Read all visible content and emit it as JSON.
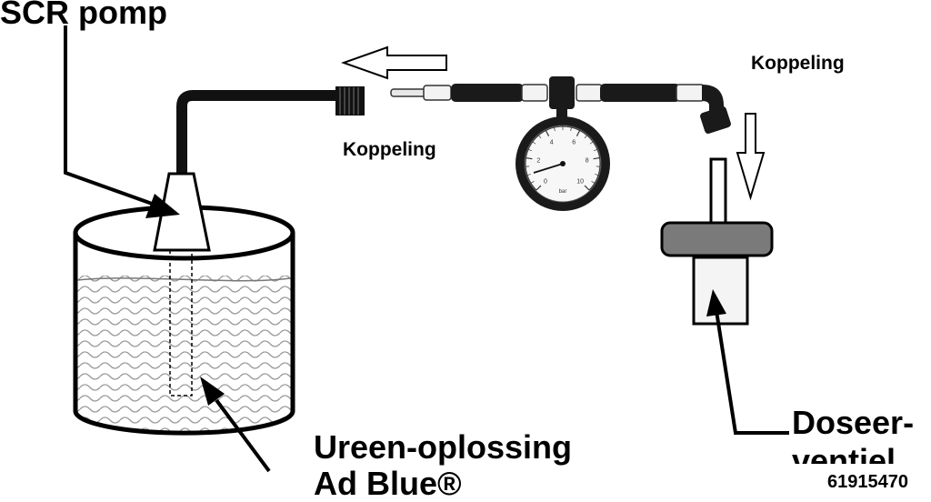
{
  "labels": {
    "scr_pomp": "SCR pomp",
    "koppeling_left": "Koppeling",
    "koppeling_right": "Koppeling",
    "ureen_line1": "Ureen-oplossing",
    "ureen_line2": "Ad Blue®",
    "doseer_line1": "Doseer-",
    "doseer_line2": "ventiel",
    "figure_code": "61915470"
  },
  "gauge": {
    "scale": [
      "0",
      "2",
      "4",
      "6",
      "8",
      "10"
    ],
    "unit": "bar"
  },
  "colors": {
    "line": "#000000",
    "hose": "#1a1a1a",
    "valve_flange": "#7a7a7a",
    "fluid": "#cfcfcf",
    "background": "#ffffff"
  }
}
